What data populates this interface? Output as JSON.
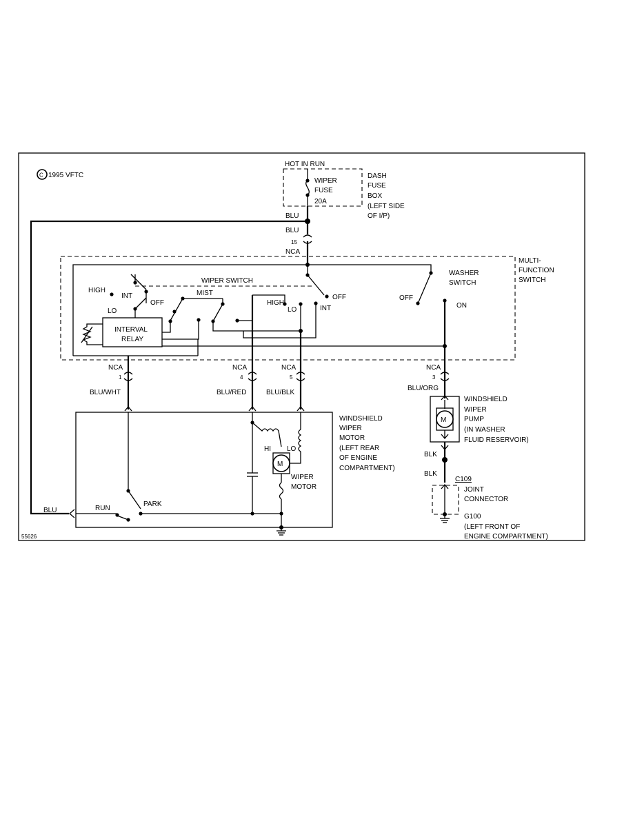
{
  "copyright": "1995 VFTC",
  "copyright_symbol": "C",
  "figure_id": "55626",
  "fuse_box": {
    "hot_label": "HOT IN RUN",
    "fuse_line1": "WIPER",
    "fuse_line2": "FUSE",
    "fuse_rating": "20A",
    "box_label": [
      "DASH",
      "FUSE",
      "BOX",
      "(LEFT SIDE",
      "OF I/P)"
    ]
  },
  "wires": {
    "blu_top": "BLU",
    "blu_mid": "BLU",
    "blu_left": "BLU",
    "blu_wht": "BLU/WHT",
    "blu_red": "BLU/RED",
    "blu_blk": "BLU/BLK",
    "blu_org": "BLU/ORG",
    "blk_1": "BLK",
    "blk_2": "BLK"
  },
  "connectors": {
    "c15": {
      "nca": "NCA",
      "pin": "15"
    },
    "c1": {
      "nca": "NCA",
      "pin": "1"
    },
    "c4": {
      "nca": "NCA",
      "pin": "4"
    },
    "c5": {
      "nca": "NCA",
      "pin": "5"
    },
    "c3": {
      "nca": "NCA",
      "pin": "3"
    },
    "c109": "C109"
  },
  "multifunction_switch": {
    "label": [
      "MULTI-",
      "FUNCTION",
      "SWITCH"
    ],
    "wiper_switch": "WIPER SWITCH",
    "washer_switch": [
      "WASHER",
      "SWITCH"
    ],
    "positions": {
      "high_left": "HIGH",
      "int_left": "INT",
      "lo_left": "LO",
      "off_left": "OFF",
      "mist": "MIST",
      "high_mid": "HIGH",
      "lo_mid": "LO",
      "off_main": "OFF",
      "int_main": "INT",
      "washer_off": "OFF",
      "washer_on": "ON"
    },
    "interval_relay": [
      "INTERVAL",
      "RELAY"
    ]
  },
  "wiper_motor": {
    "label": [
      "WINDSHIELD",
      "WIPER",
      "MOTOR",
      "(LEFT REAR",
      "OF ENGINE",
      "COMPARTMENT)"
    ],
    "motor_symbol": "M",
    "hi": "HI",
    "lo": "LO",
    "inner_label": [
      "WIPER",
      "MOTOR"
    ],
    "run": "RUN",
    "park": "PARK"
  },
  "washer_pump": {
    "label": [
      "WINDSHIELD",
      "WIPER",
      "PUMP",
      "(IN WASHER",
      "FLUID RESERVOIR)"
    ],
    "motor_symbol": "M"
  },
  "joint_connector": [
    "JOINT",
    "CONNECTOR"
  ],
  "ground": [
    "G100",
    "(LEFT FRONT OF",
    "ENGINE COMPARTMENT)"
  ]
}
